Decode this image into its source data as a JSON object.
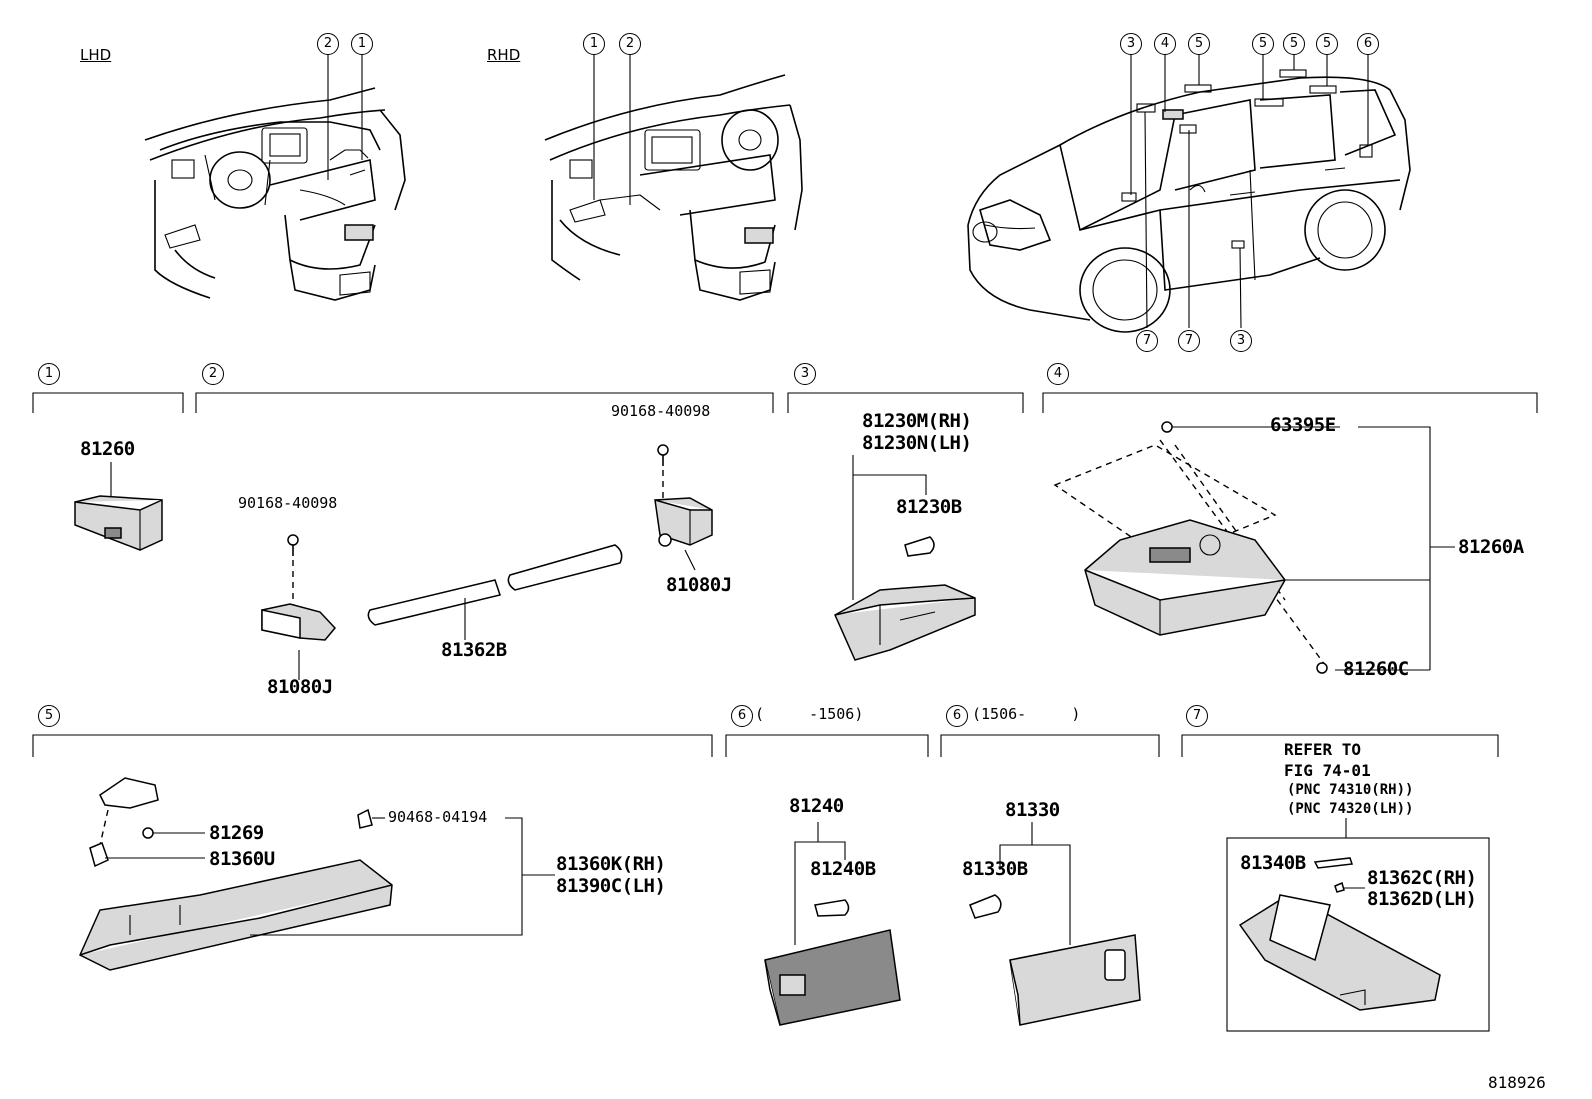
{
  "views": {
    "lhd": "LHD",
    "rhd": "RHD"
  },
  "callouts": {
    "c1": "1",
    "c2": "2",
    "c3": "3",
    "c4": "4",
    "c5": "5",
    "c6": "6",
    "c7": "7"
  },
  "section_1": {
    "p81260": "81260"
  },
  "section_2": {
    "screw_a": "90168-40098",
    "screw_b": "90168-40098",
    "lamp_a": "81080J",
    "lamp_b": "81080J",
    "tube": "81362B"
  },
  "section_3": {
    "rh": "81230M(RH)",
    "lh": "81230N(LH)",
    "bulb": "81230B"
  },
  "section_4": {
    "clip": "63395E",
    "assy": "81260A",
    "screw": "81260C"
  },
  "section_5": {
    "socket": "81269",
    "bulb": "81360U",
    "screw": "90468-04194",
    "rh": "81360K(RH)",
    "lh": "81390C(LH)"
  },
  "section_6a": {
    "range": "(     -1506)",
    "lamp": "81240",
    "bulb": "81240B"
  },
  "section_6b": {
    "range": "(1506-     )",
    "lamp": "81330",
    "bulb": "81330B"
  },
  "section_7": {
    "refer1": "REFER TO",
    "refer2": "FIG 74-01",
    "pnc_rh": "(PNC 74310(RH))",
    "pnc_lh": "(PNC 74320(LH))",
    "lens": "81340B",
    "rh": "81362C(RH)",
    "lh": "81362D(LH)"
  },
  "figure_id": "818926"
}
